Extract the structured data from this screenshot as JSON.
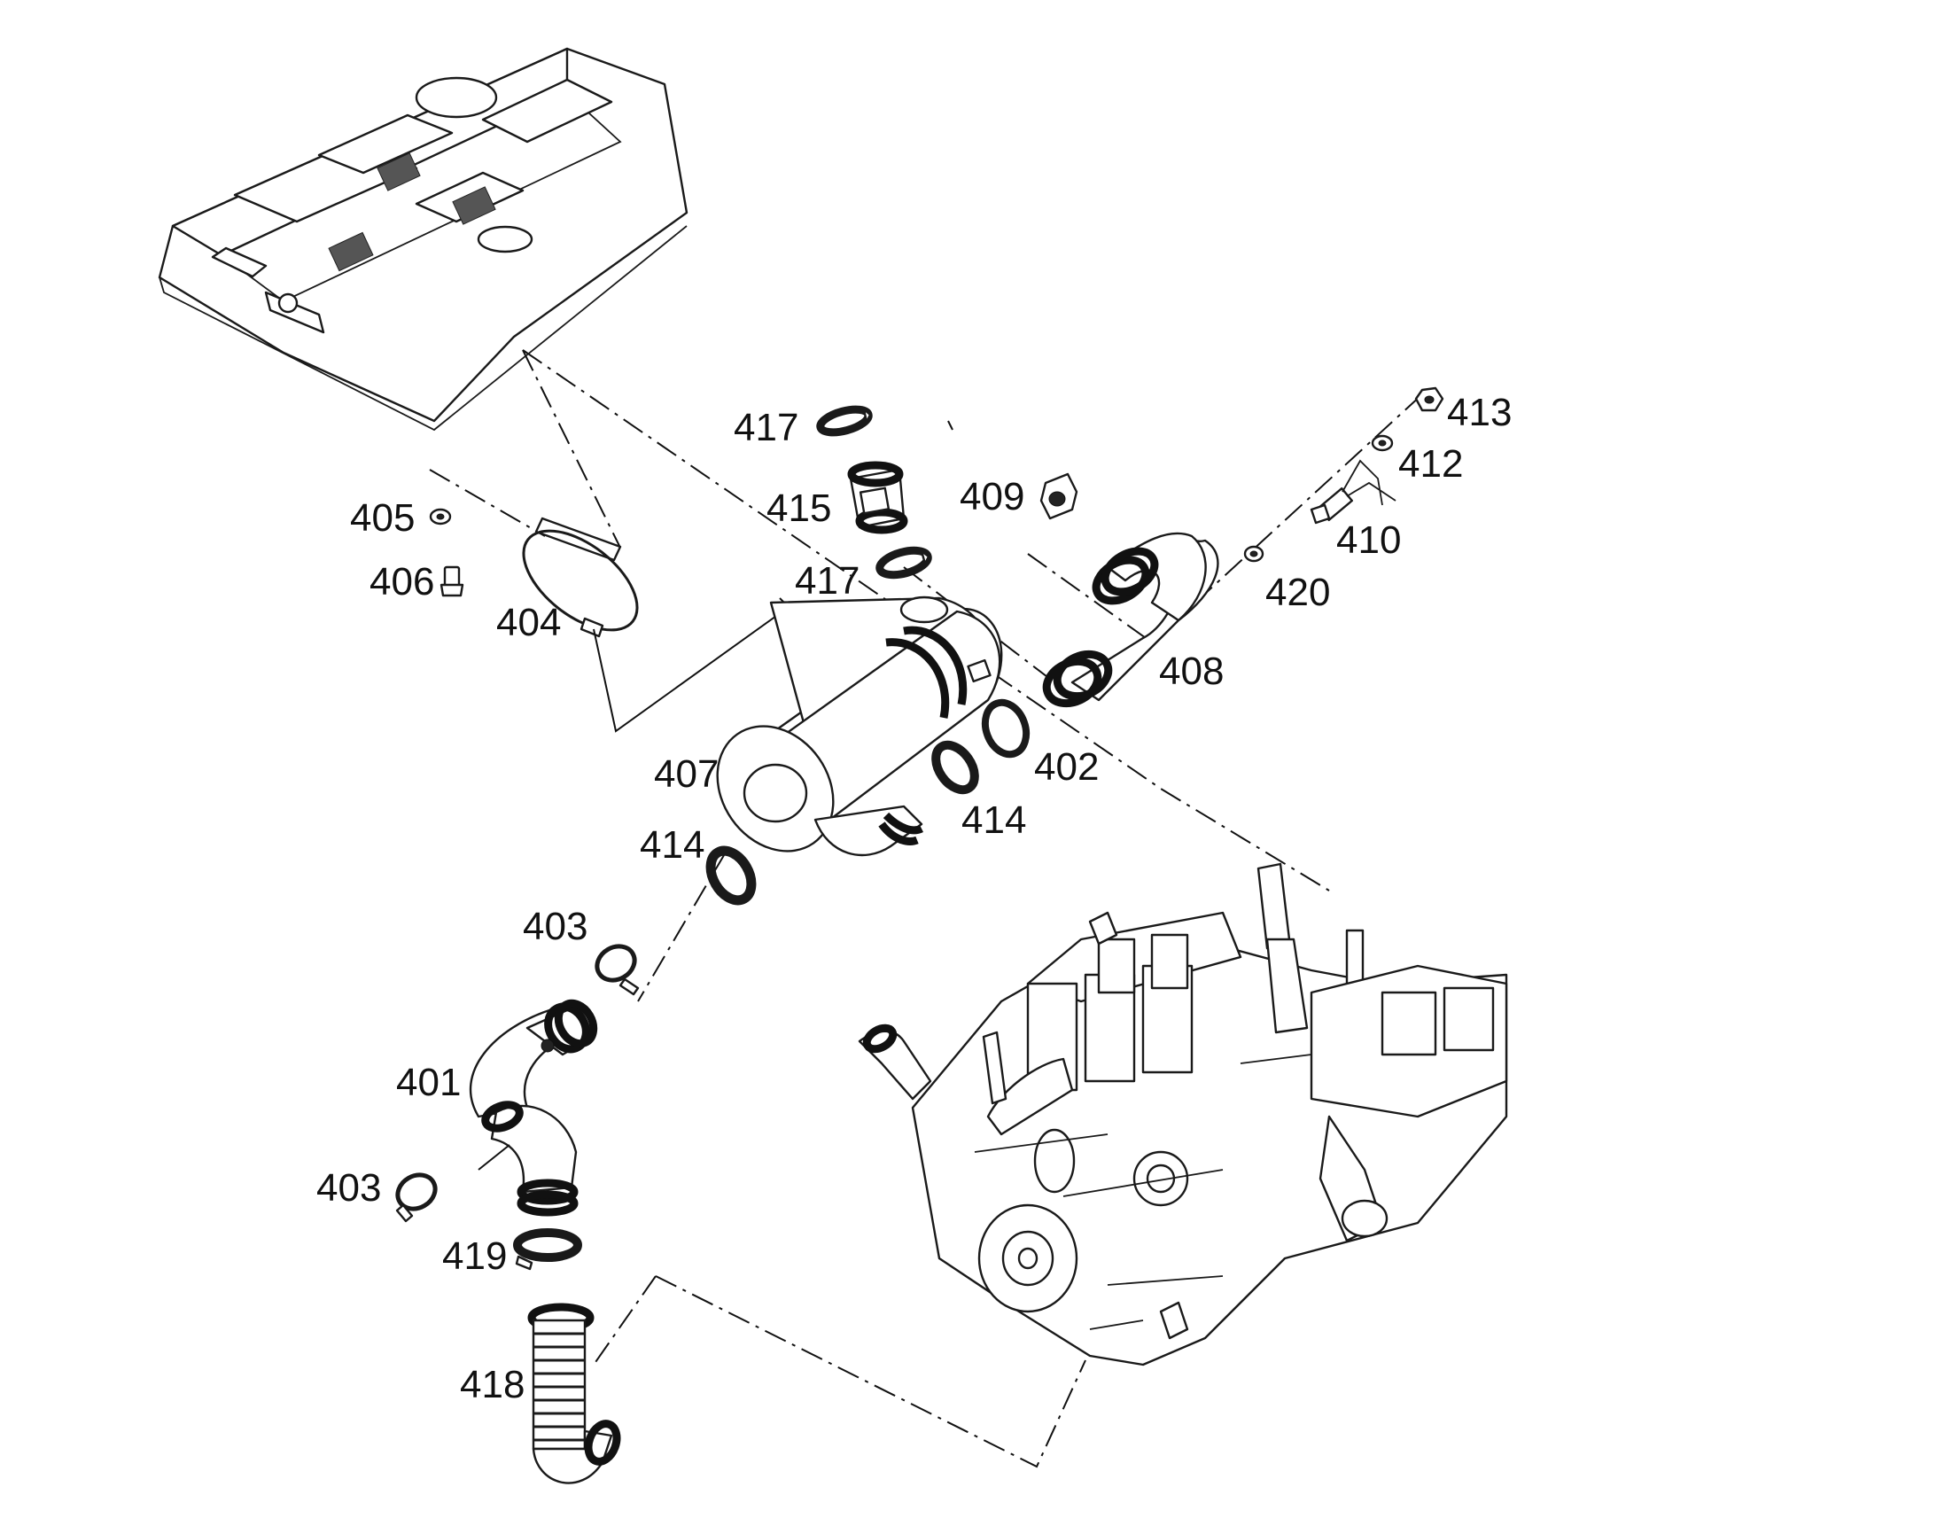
{
  "callouts": [
    {
      "id": "401",
      "label": "401"
    },
    {
      "id": "402",
      "label": "402"
    },
    {
      "id": "403a",
      "label": "403"
    },
    {
      "id": "403b",
      "label": "403"
    },
    {
      "id": "404",
      "label": "404"
    },
    {
      "id": "405",
      "label": "405"
    },
    {
      "id": "406",
      "label": "406"
    },
    {
      "id": "407",
      "label": "407"
    },
    {
      "id": "408",
      "label": "408"
    },
    {
      "id": "409",
      "label": "409"
    },
    {
      "id": "410",
      "label": "410"
    },
    {
      "id": "412",
      "label": "412"
    },
    {
      "id": "413",
      "label": "413"
    },
    {
      "id": "414a",
      "label": "414"
    },
    {
      "id": "414b",
      "label": "414"
    },
    {
      "id": "415",
      "label": "415"
    },
    {
      "id": "417a",
      "label": "417"
    },
    {
      "id": "417b",
      "label": "417"
    },
    {
      "id": "418",
      "label": "418"
    },
    {
      "id": "419",
      "label": "419"
    },
    {
      "id": "420",
      "label": "420"
    }
  ]
}
